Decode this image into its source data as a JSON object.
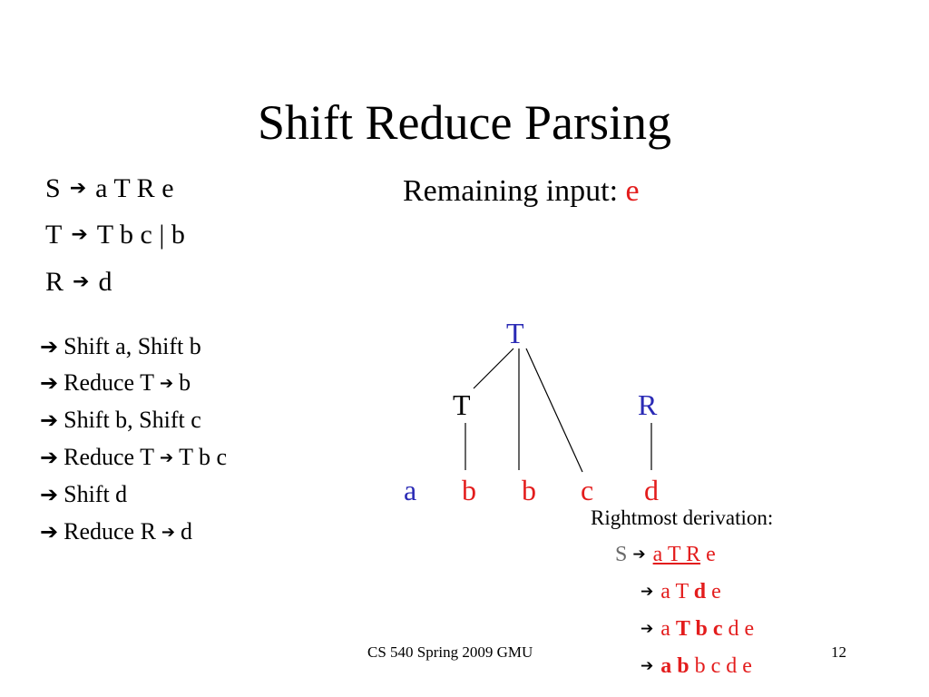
{
  "slide": {
    "title": "Shift Reduce Parsing",
    "grammar": [
      {
        "lhs": "S",
        "rhs": "a T R e"
      },
      {
        "lhs": "T",
        "rhs": "T b c | b"
      },
      {
        "lhs": "R",
        "rhs": "d"
      }
    ],
    "remaining_label": "Remaining input:",
    "remaining_value": "e",
    "steps": [
      {
        "pre": "Shift a, Shift b",
        "post": ""
      },
      {
        "pre": "Reduce T",
        "post": "b"
      },
      {
        "pre": "Shift b, Shift c",
        "post": ""
      },
      {
        "pre": "Reduce T",
        "post": "T b c"
      },
      {
        "pre": "Shift d",
        "post": ""
      },
      {
        "pre": "Reduce R",
        "post": "d"
      }
    ],
    "tree": {
      "top": "T",
      "mid_left": "T",
      "mid_right": "R",
      "leaves": [
        "a",
        "b",
        "b",
        "c",
        "d"
      ]
    },
    "derivation": {
      "title": "Rightmost derivation:",
      "start": "S",
      "line1": "a T R",
      "line1_tail": "e",
      "line2_a": "a T",
      "line2_b": "d",
      "line2_c": "e",
      "line3_a": "a",
      "line3_b": "T b c",
      "line3_c": "d e",
      "line4_a": "a b",
      "line4_b": "b c d e"
    },
    "footer_center": "CS 540 Spring 2009 GMU",
    "page_number": "12",
    "colors": {
      "highlight_red": "#e31c1c",
      "node_blue": "#2a2ab5",
      "muted_grey": "#6a6a6a"
    },
    "icons": {
      "arrow": "right-arrow-icon",
      "bullet": "bold-right-arrow-icon"
    }
  }
}
